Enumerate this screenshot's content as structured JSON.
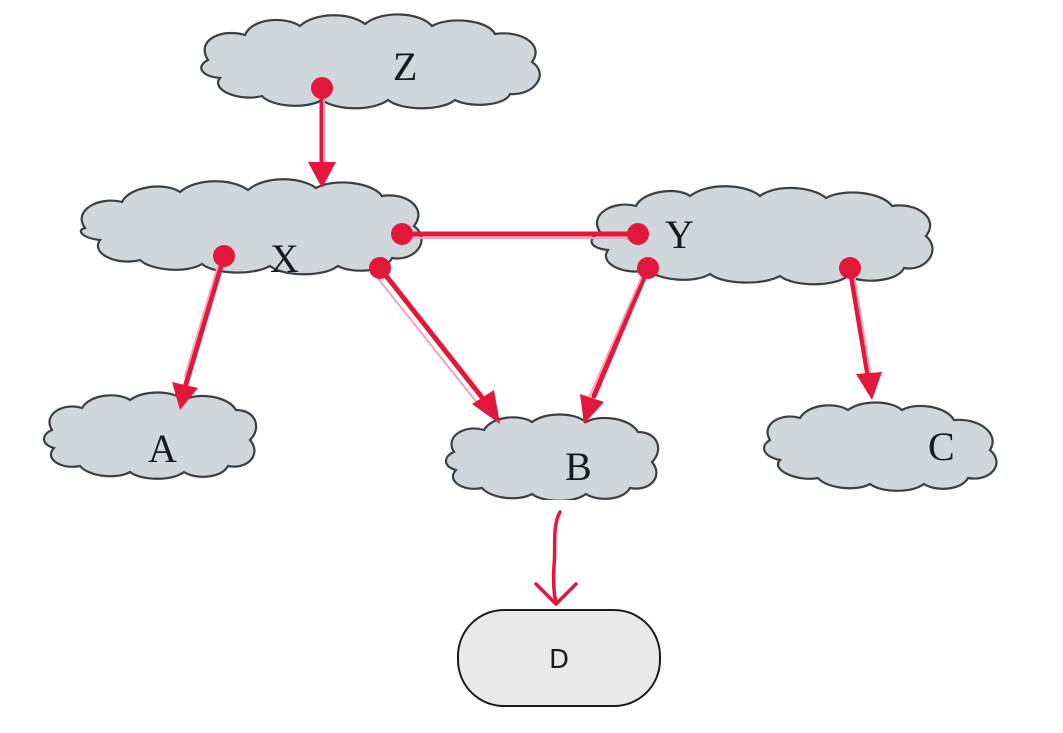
{
  "nodes": {
    "z": {
      "label": "Z"
    },
    "x": {
      "label": "X"
    },
    "y": {
      "label": "Y"
    },
    "a": {
      "label": "A"
    },
    "b": {
      "label": "B"
    },
    "c": {
      "label": "C"
    },
    "d": {
      "label": "D"
    }
  },
  "edges": [
    {
      "from": "Z",
      "to": "X",
      "directed": true
    },
    {
      "from": "X",
      "to": "Y",
      "directed": false
    },
    {
      "from": "X",
      "to": "A",
      "directed": true
    },
    {
      "from": "X",
      "to": "B",
      "directed": true
    },
    {
      "from": "Y",
      "to": "B",
      "directed": true
    },
    {
      "from": "Y",
      "to": "C",
      "directed": true
    },
    {
      "from": "B",
      "to": "D",
      "directed": true
    }
  ],
  "colors": {
    "cloud_fill": "#cfd7da",
    "edge": "#e3163c",
    "box_fill": "#e9e9e9"
  }
}
